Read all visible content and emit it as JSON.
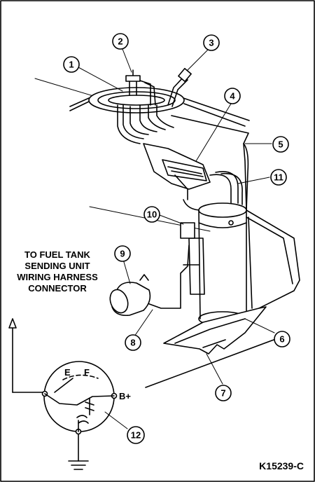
{
  "figure_id": "K15239-C",
  "connector_label": [
    "TO FUEL TANK",
    "SENDING UNIT",
    "WIRING HARNESS",
    "CONNECTOR"
  ],
  "gauge": {
    "empty_label": "E",
    "full_label": "F",
    "terminal_label": "B+"
  },
  "callouts": [
    "1",
    "2",
    "3",
    "4",
    "5",
    "6",
    "7",
    "8",
    "9",
    "10",
    "11",
    "12"
  ]
}
